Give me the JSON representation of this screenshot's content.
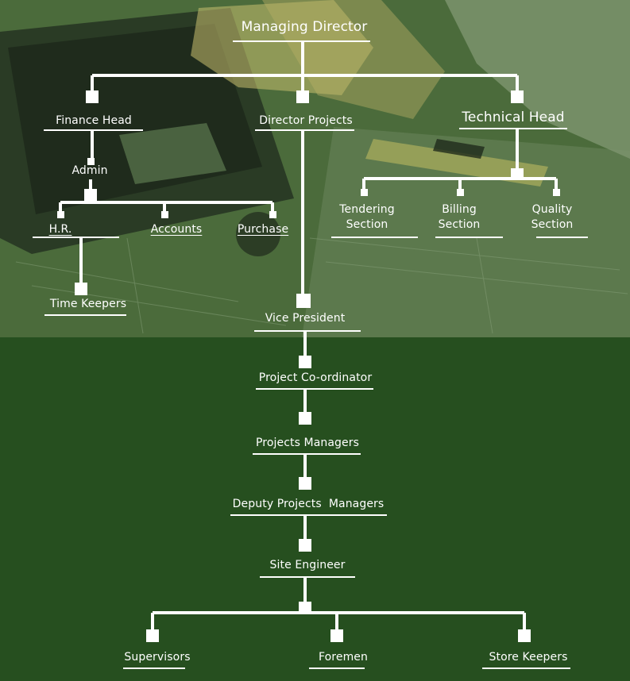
{
  "colors": {
    "background": "#264f1f",
    "photo_overlay": "#4e6e3e",
    "line": "#ffffff",
    "text": "#ffffff"
  },
  "org_chart": {
    "managing_director": "Managing Director",
    "finance_head": "Finance Head",
    "director_projects": "Director Projects",
    "technical_head": "Technical Head",
    "admin": "Admin",
    "hr": "H.R.",
    "accounts": "Accounts",
    "purchase": "Purchase",
    "time_keepers": "Time Keepers",
    "tendering_section": "Tendering Section",
    "billing_section": "Billing Section",
    "quality_section": "Quality Section",
    "vice_president": "Vice President",
    "project_coordinator": "Project Co-ordinator",
    "projects_managers": "Projects Managers",
    "deputy_projects_managers": "Deputy Projects  Managers",
    "site_engineer": "Site Engineer",
    "supervisors": "Supervisors",
    "foremen": "Foremen",
    "store_keepers": "Store Keepers"
  }
}
